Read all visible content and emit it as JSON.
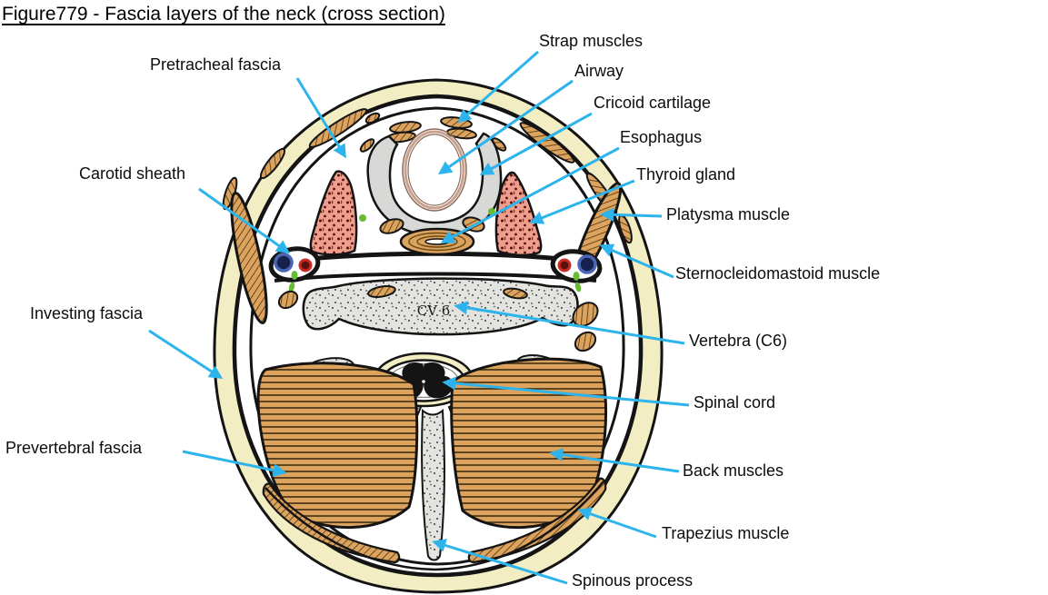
{
  "figure": {
    "title": "Figure779 - Fascia layers of the neck (cross section)",
    "type": "anatomical cross section diagram of the neck at vertebra C6"
  },
  "annotations": {
    "vertebra_body_text": "CV 6"
  },
  "labels": [
    {
      "id": "strap-muscles",
      "text": "Strap muscles"
    },
    {
      "id": "pretracheal-fascia",
      "text": "Pretracheal fascia"
    },
    {
      "id": "airway",
      "text": "Airway"
    },
    {
      "id": "cricoid-cartilage",
      "text": "Cricoid cartilage"
    },
    {
      "id": "esophagus",
      "text": "Esophagus"
    },
    {
      "id": "carotid-sheath",
      "text": "Carotid sheath"
    },
    {
      "id": "thyroid-gland",
      "text": "Thyroid gland"
    },
    {
      "id": "platysma-muscle",
      "text": "Platysma muscle"
    },
    {
      "id": "sternocleidomastoid-muscle",
      "text": "Sternocleidomastoid muscle"
    },
    {
      "id": "investing-fascia",
      "text": "Investing fascia"
    },
    {
      "id": "vertebra-c6",
      "text": "Vertebra (C6)"
    },
    {
      "id": "spinal-cord",
      "text": "Spinal cord"
    },
    {
      "id": "prevertebral-fascia",
      "text": "Prevertebral fascia"
    },
    {
      "id": "back-muscles",
      "text": "Back muscles"
    },
    {
      "id": "trapezius-muscle",
      "text": "Trapezius muscle"
    },
    {
      "id": "spinous-process",
      "text": "Spinous process"
    }
  ],
  "colors": {
    "arrow_cyan": "#2db4ec",
    "skin_fat_cream": "#f2edc2",
    "muscle_tan": "#dca35e",
    "thyroid_salmon": "#ef9e8e",
    "cartilage_gray": "#d8d8d6",
    "bone_stipple_gray": "#e3e3e0",
    "vein_blue": "#4a66b5",
    "artery_red": "#cc2a22",
    "nerve_green": "#66bb33",
    "outline_black": "#141414"
  }
}
